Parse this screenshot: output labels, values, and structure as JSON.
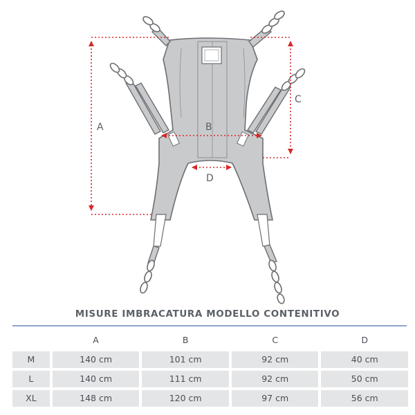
{
  "diagram": {
    "labels": {
      "a": "A",
      "b": "B",
      "c": "C",
      "d": "D"
    },
    "colors": {
      "sling": "#c9cacc",
      "outline": "#6b6e72",
      "dimension": "#d42a2a"
    }
  },
  "table": {
    "title": "MISURE IMBRACATURA MODELLO CONTENITIVO",
    "headers": [
      "",
      "A",
      "B",
      "C",
      "D"
    ],
    "rows": [
      [
        "M",
        "140 cm",
        "101 cm",
        "92 cm",
        "40 cm"
      ],
      [
        "L",
        "140 cm",
        "111 cm",
        "92 cm",
        "50 cm"
      ],
      [
        "XL",
        "148 cm",
        "120 cm",
        "97 cm",
        "56 cm"
      ]
    ],
    "colors": {
      "rule": "#8ba6c8",
      "cell_bg": "#e4e5e7"
    }
  }
}
